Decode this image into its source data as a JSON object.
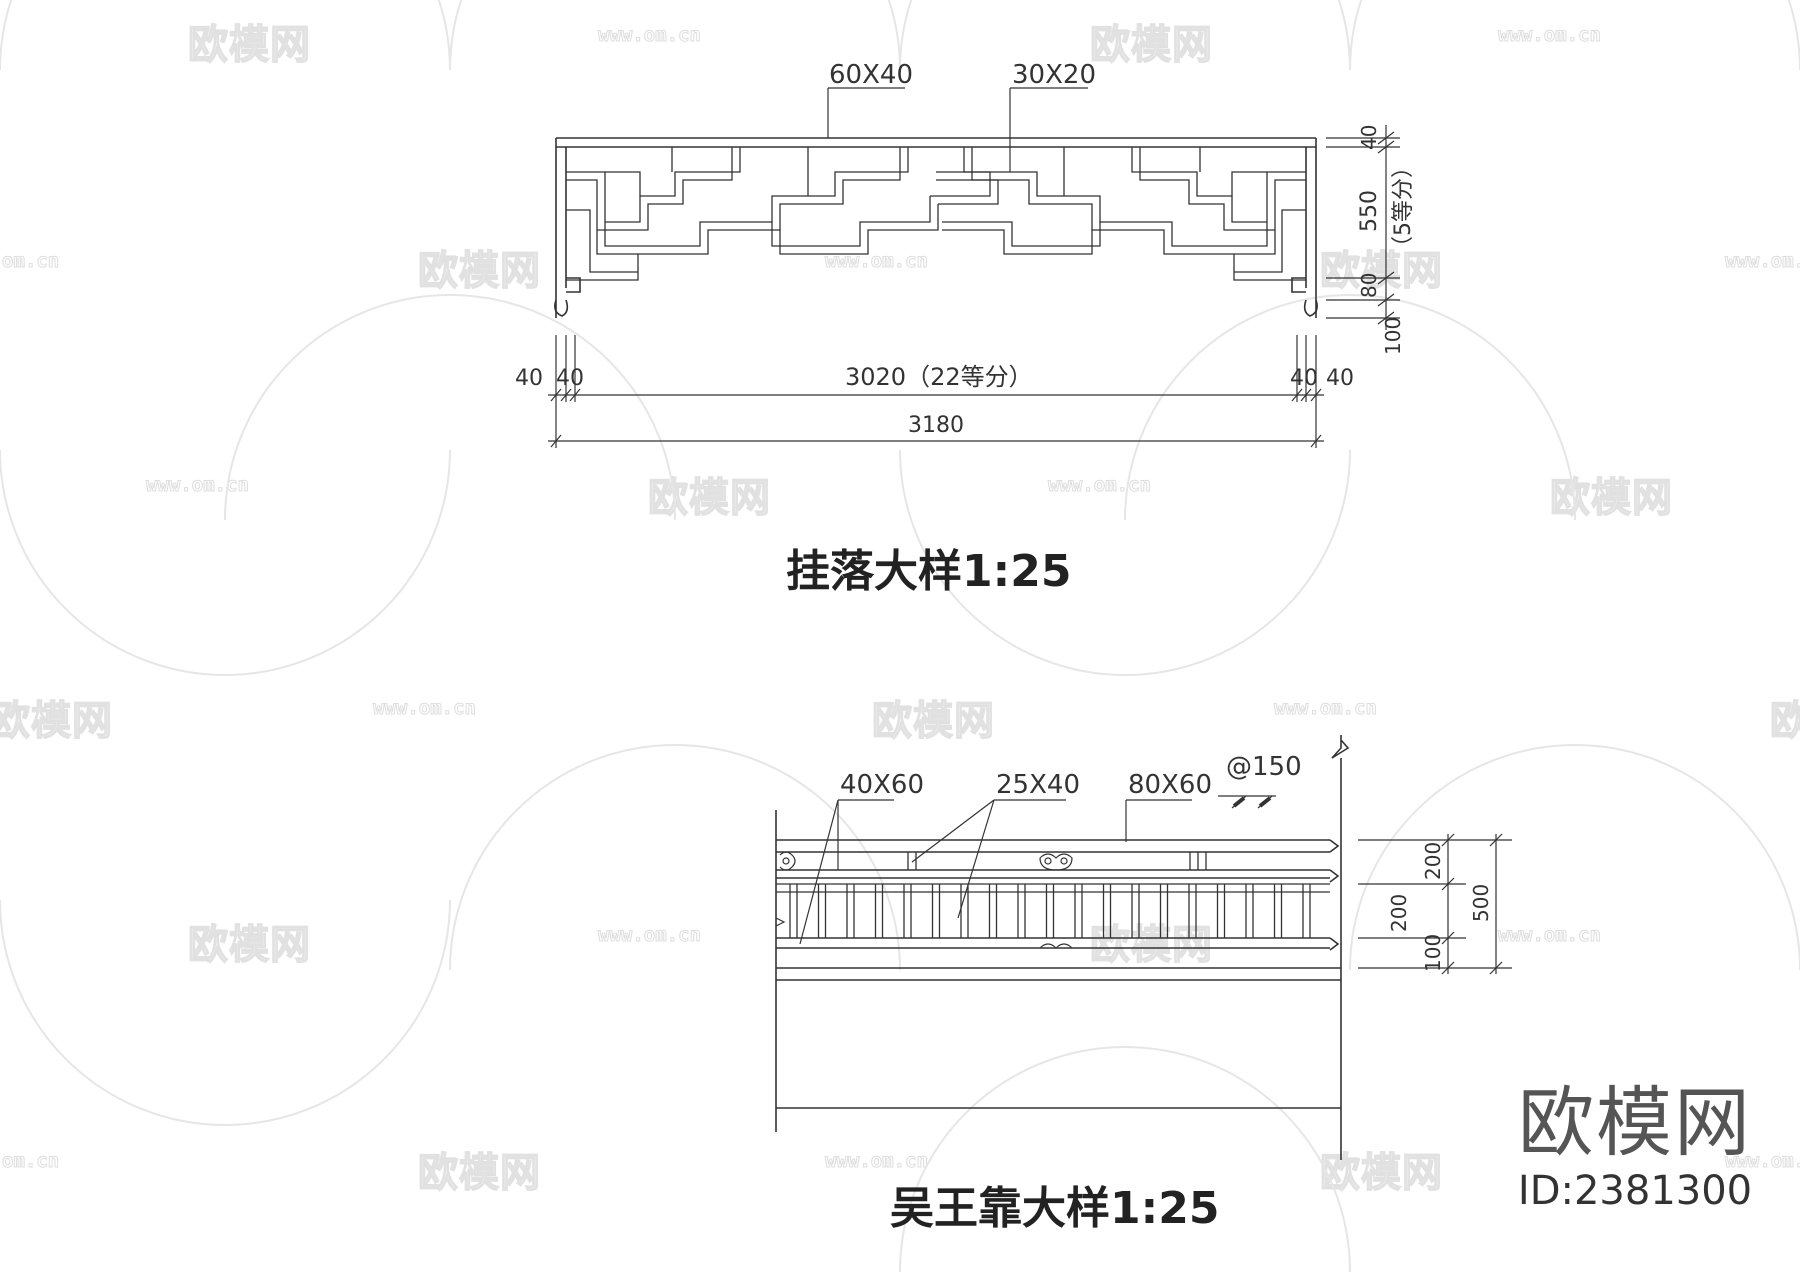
{
  "watermarks": {
    "logo_text": "欧模网",
    "url_text": "www.om.cn",
    "url_fragment": "om.cn"
  },
  "guaLuo": {
    "title": "挂落大样1:25",
    "labels": {
      "top_left": "60X40",
      "top_right": "30X20",
      "dim_left_a": "40",
      "dim_left_b": "40",
      "dim_inner": "3020（22等分）",
      "dim_right_a": "40",
      "dim_right_b": "40",
      "dim_total": "3180",
      "dim_v_top": "40",
      "dim_v_main": "550",
      "dim_v_note": "（5等分）",
      "dim_v_mid": "80",
      "dim_v_bottom": "100"
    }
  },
  "wuWangKao": {
    "title": "吴王靠大样1:25",
    "labels": {
      "callout_a": "40X60",
      "callout_b": "25X40",
      "callout_c": "80X60",
      "callout_d": "@150",
      "dim_top": "200",
      "dim_mid": "200",
      "dim_bottom": "100",
      "dim_total": "500"
    }
  },
  "brand": {
    "name": "欧模网",
    "id": "ID:2381300"
  }
}
